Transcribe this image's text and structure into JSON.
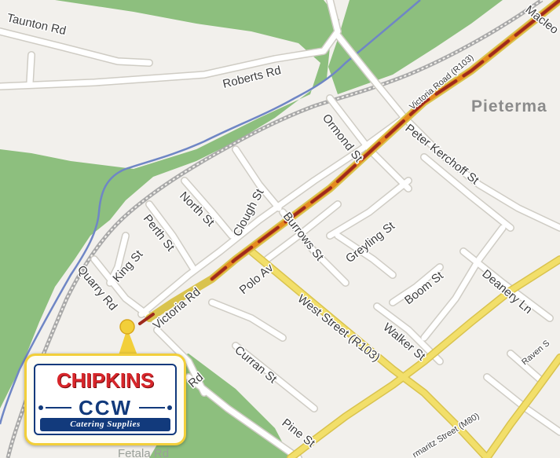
{
  "map": {
    "colors": {
      "background": "#f2f0ec",
      "park": "#8dbf7e",
      "river": "#6f86c5",
      "railway": "#a8a8a8",
      "minor_road": "#ffffff",
      "main_road": "#f2df6a",
      "traffic_heavy": "#9e2a1c",
      "traffic_moderate": "#e58a1f"
    },
    "area_label": "Pieterma",
    "faded_label": "Fetala Rd",
    "streets": {
      "taunton": "Taunton Rd",
      "roberts": "Roberts Rd",
      "macleod": "Macleo",
      "victoria_r103": "Victoria Road (R103)",
      "ormond": "Ormond St",
      "peter_kerchoff": "Peter Kerchoff St",
      "north": "North St",
      "clough": "Clough St",
      "burrows": "Burrows St",
      "greyling": "Greyling St",
      "perth": "Perth St",
      "king": "King St",
      "quarry": "Quarry Rd",
      "victoria_rd": "Victoria Rd",
      "polo": "Polo Av",
      "west_street": "West Street (R103)",
      "boom": "Boom St",
      "deanery": "Deanery Ln",
      "walker": "Walker St",
      "raven": "Raven S",
      "curran": "Curran St",
      "rd_fragment": "Rd",
      "pine": "Pine St",
      "mahatma_gandhi": "rmaritz Street (M80)"
    },
    "marker": {
      "icon": "location-pin-icon",
      "color": "#f2cf3a"
    }
  },
  "logo": {
    "brand": "CHIPKINS",
    "sub_brand": "CCW",
    "tagline": "Catering Supplies"
  }
}
